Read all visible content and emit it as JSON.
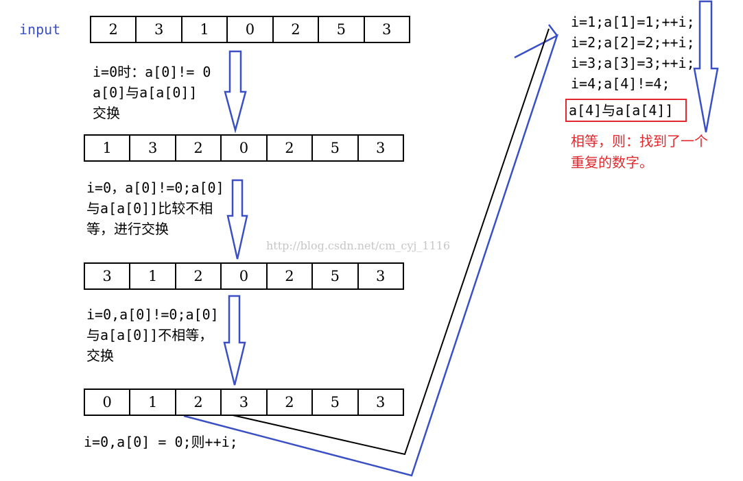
{
  "input_label": "input",
  "arrays": [
    {
      "id": "array-input",
      "values": [
        "2",
        "3",
        "1",
        "0",
        "2",
        "5",
        "3"
      ]
    },
    {
      "id": "array-step-1",
      "values": [
        "1",
        "3",
        "2",
        "0",
        "2",
        "5",
        "3"
      ]
    },
    {
      "id": "array-step-2",
      "values": [
        "3",
        "1",
        "2",
        "0",
        "2",
        "5",
        "3"
      ]
    },
    {
      "id": "array-step-3",
      "values": [
        "0",
        "1",
        "2",
        "3",
        "2",
        "5",
        "3"
      ]
    }
  ],
  "step_notes": [
    [
      "i=0时：a[0]!= 0",
      "a[0]与a[a[0]]",
      "交换"
    ],
    [
      "i=0，a[0]!=0;a[0]",
      "与a[a[0]]比较不相",
      "等，进行交换"
    ],
    [
      "i=0,a[0]!=0;a[0]",
      "与a[a[0]]不相等，",
      "交换"
    ],
    [
      "i=0,a[0] = 0;则++i;"
    ]
  ],
  "right_notes": [
    "i=1;a[1]=1;++i;",
    "i=2;a[2]=2;++i;",
    "i=3;a[3]=3;++i;",
    "i=4;a[4]!=4;"
  ],
  "result_box": "a[4]与a[a[4]]",
  "conclusion": [
    "相等，则：找到了一个",
    "重复的数字。"
  ],
  "watermark": "http://blog.csdn.net/cm_cyj_1116",
  "colors": {
    "arrow": "#3a4fc4",
    "highlight": "#e0282d",
    "label": "#3a4fc4"
  }
}
